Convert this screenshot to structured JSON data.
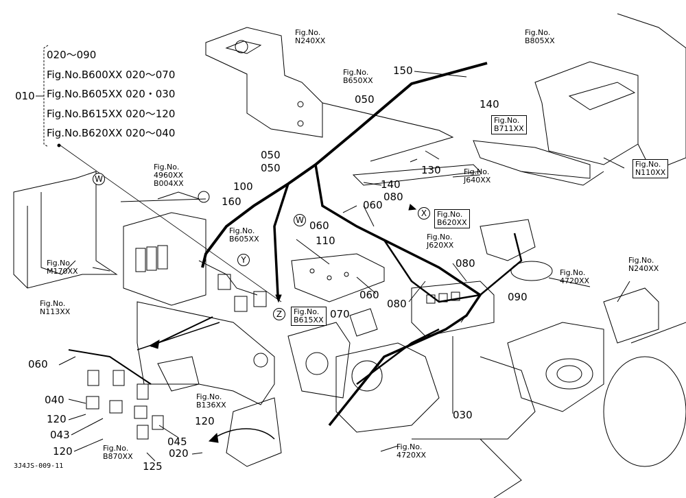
{
  "diagram_code": "3J4JS-009-11",
  "legend": {
    "ref": "010",
    "lines": [
      "020～090",
      "Fig.No.B600XX 020～070",
      "Fig.No.B605XX 020・030",
      "Fig.No.B615XX 020～120",
      "Fig.No.B620XX 020～040"
    ]
  },
  "parts": [
    "010",
    "150",
    "050",
    "140",
    "130",
    "050",
    "050",
    "100",
    "160",
    "060",
    "080",
    "060",
    "110",
    "080",
    "060",
    "080",
    "090",
    "070",
    "030",
    "060",
    "040",
    "120",
    "043",
    "120",
    "045",
    "120",
    "020",
    "125"
  ],
  "figs": [
    {
      "line1": "Fig.No.",
      "line2": "N240XX"
    },
    {
      "line1": "Fig.No.",
      "line2": "B650XX"
    },
    {
      "line1": "Fig.No.",
      "line2": "B805XX"
    },
    {
      "line1": "Fig.No.",
      "line2": "B711XX"
    },
    {
      "line1": "Fig.No.",
      "line2": "J640XX"
    },
    {
      "line1": "Fig.No.",
      "line2": "N110XX"
    },
    {
      "line1": "Fig.No.",
      "line2": "4960XX"
    },
    {
      "line1": "",
      "line2": "B004XX"
    },
    {
      "line1": "Fig.No.",
      "line2": "M170XX"
    },
    {
      "line1": "Fig.No.",
      "line2": "B605XX"
    },
    {
      "line1": "Fig.No.",
      "line2": "B620XX"
    },
    {
      "line1": "Fig.No.",
      "line2": "J620XX"
    },
    {
      "line1": "Fig.No.",
      "line2": "B615XX"
    },
    {
      "line1": "Fig.No.",
      "line2": "4720XX"
    },
    {
      "line1": "Fig.No.",
      "line2": "N240XX"
    },
    {
      "line1": "Fig.No.",
      "line2": "N113XX"
    },
    {
      "line1": "Fig.No.",
      "line2": "B136XX"
    },
    {
      "line1": "Fig.No.",
      "line2": "B870XX"
    },
    {
      "line1": "Fig.No.",
      "line2": "4720XX"
    }
  ],
  "markers": [
    "W",
    "W",
    "X",
    "Y",
    "Z"
  ]
}
